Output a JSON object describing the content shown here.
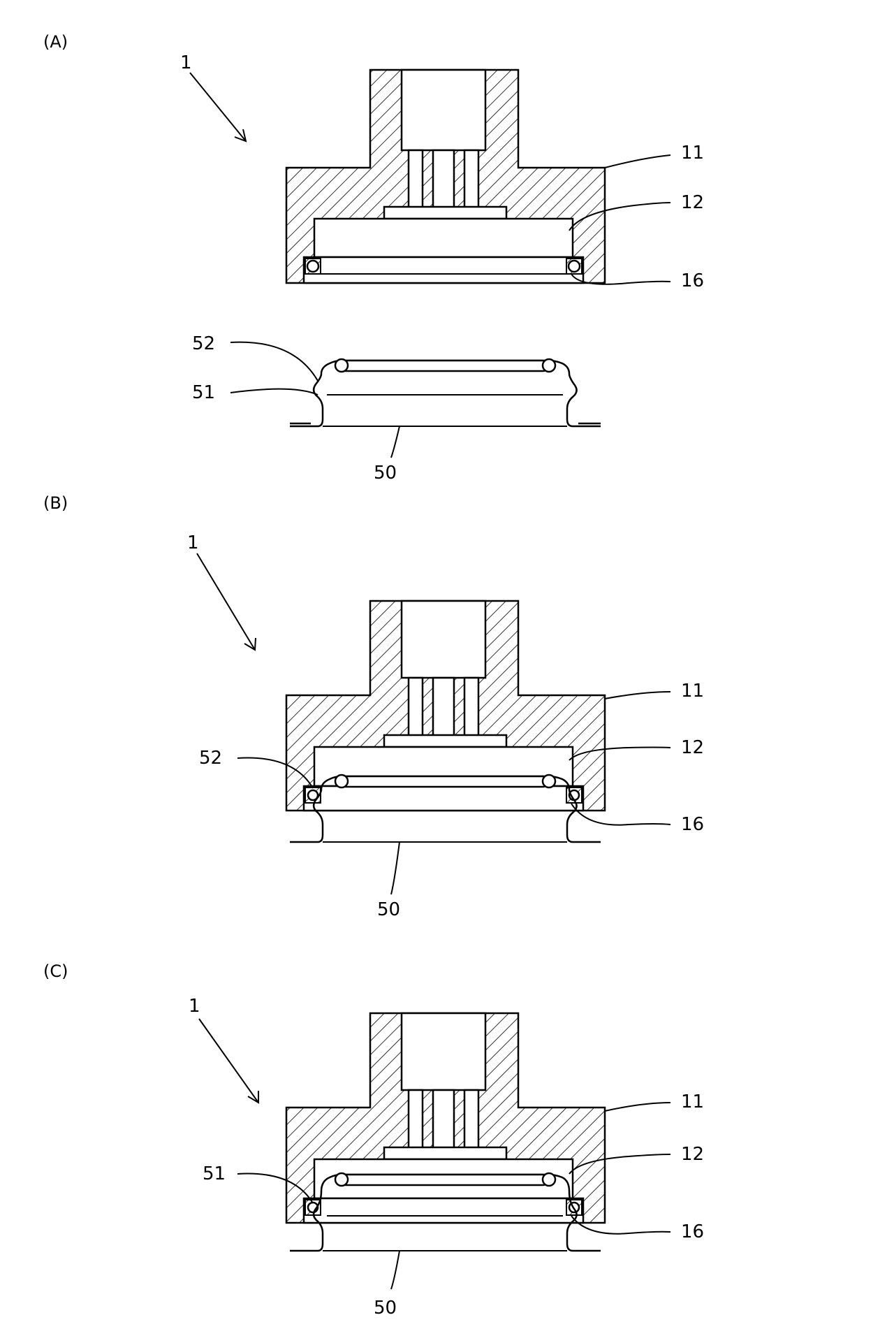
{
  "panels": [
    {
      "label": "(A)",
      "labels": {
        "device": "1",
        "body": "11",
        "chamber": "12",
        "seal": "16",
        "ring_upper": "52",
        "ring_lower": "51",
        "container": "50"
      }
    },
    {
      "label": "(B)",
      "labels": {
        "device": "1",
        "body": "11",
        "chamber": "12",
        "seal": "16",
        "ring_upper": "52",
        "container": "50"
      }
    },
    {
      "label": "(C)",
      "labels": {
        "device": "1",
        "body": "11",
        "chamber": "12",
        "seal": "16",
        "ring_lower": "51",
        "container": "50"
      }
    }
  ]
}
